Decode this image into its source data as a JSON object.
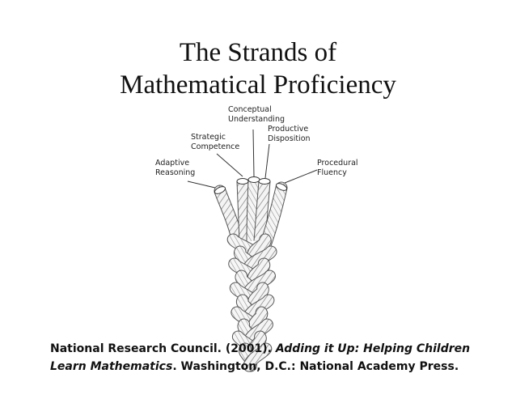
{
  "title": {
    "line1": "The Strands of",
    "line2": "Mathematical Proficiency"
  },
  "strands": {
    "conceptual": {
      "line1": "Conceptual",
      "line2": "Understanding"
    },
    "strategic": {
      "line1": "Strategic",
      "line2": "Competence"
    },
    "productive": {
      "line1": "Productive",
      "line2": "Disposition"
    },
    "adaptive": {
      "line1": "Adaptive",
      "line2": "Reasoning"
    },
    "procedural": {
      "line1": "Procedural",
      "line2": "Fluency"
    }
  },
  "citation": {
    "line1_plain": "National Research Council. (2001). ",
    "line1_italic": "Adding it Up:  Helping Children",
    "line2_italic": "Learn Mathematics",
    "line2_plain": ". Washington, D.C.: National Academy Press."
  }
}
